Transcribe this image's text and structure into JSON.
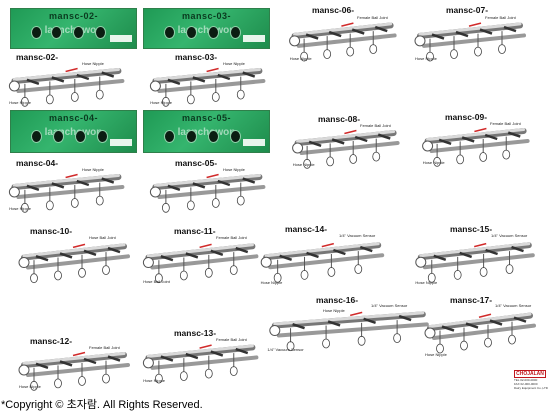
{
  "photos": [
    {
      "id": "p02",
      "title": "mansc-02-",
      "watermark": "laanchowon"
    },
    {
      "id": "p03",
      "title": "mansc-03-",
      "watermark": "laanchowon"
    },
    {
      "id": "p04",
      "title": "mansc-04-",
      "watermark": "laanchowon"
    },
    {
      "id": "p05",
      "title": "mansc-05-",
      "watermark": "laanchowon"
    }
  ],
  "diagrams": [
    {
      "id": "d02",
      "title": "mansc-02-",
      "notes": [
        "Hose Nipple",
        "Hose Nipple"
      ]
    },
    {
      "id": "d03",
      "title": "mansc-03-",
      "notes": [
        "Hose Nipple",
        "Hose Nipple"
      ]
    },
    {
      "id": "d04",
      "title": "mansc-04-",
      "notes": [
        "Hose Nipple",
        "Hose Nipple"
      ]
    },
    {
      "id": "d05",
      "title": "mansc-05-",
      "notes": [
        "Hose Nipple"
      ]
    },
    {
      "id": "d06",
      "title": "mansc-06-",
      "notes": [
        "Female Ball Joint",
        "Hose Nipple"
      ]
    },
    {
      "id": "d07",
      "title": "mansc-07-",
      "notes": [
        "Female Ball Joint",
        "Hose Nipple"
      ]
    },
    {
      "id": "d08",
      "title": "mansc-08-",
      "notes": [
        "Female Ball Joint",
        "Hose Nipple"
      ]
    },
    {
      "id": "d09",
      "title": "mansc-09-",
      "notes": [
        "Female Ball Joint",
        "Hose Nipple"
      ]
    },
    {
      "id": "d10",
      "title": "mansc-10-",
      "notes": [
        "Hose Ball Joint"
      ]
    },
    {
      "id": "d11",
      "title": "mansc-11-",
      "notes": [
        "Female Ball Joint",
        "Hose Ball Joint"
      ]
    },
    {
      "id": "d12",
      "title": "mansc-12-",
      "notes": [
        "Female Ball Joint",
        "Hose Nipple"
      ]
    },
    {
      "id": "d13",
      "title": "mansc-13-",
      "notes": [
        "Female Ball Joint",
        "Hose Nipple"
      ]
    },
    {
      "id": "d14",
      "title": "mansc-14-",
      "notes": [
        "1/4\" Vacuum Sensor",
        "Hose Nipple"
      ]
    },
    {
      "id": "d15",
      "title": "mansc-15-",
      "notes": [
        "1/4\" Vacuum Sensor",
        "Hose Nipple"
      ]
    },
    {
      "id": "d16",
      "title": "mansc-16-",
      "notes": [
        "1/4\" Vacuum Sensor",
        "1/4\" Vacuum Sensor",
        "Hose Nipple"
      ]
    },
    {
      "id": "d17",
      "title": "mansc-17-",
      "notes": [
        "1/4\" Vacuum Sensor",
        "Hose Nipple"
      ]
    }
  ],
  "brand": {
    "logo": "CHOJALAN",
    "lines": [
      "TEL 02-000-0000",
      "FAX 02-000-0000",
      "Dairy Equipment Co.,LTD"
    ]
  },
  "footer": {
    "copyright": "*Copyright © 초자람.     All Rights Reserved."
  },
  "colors": {
    "grass": "#2aa862",
    "pipe": "#d9d9d9",
    "cup": "#333333",
    "accent": "#d12a2a"
  }
}
